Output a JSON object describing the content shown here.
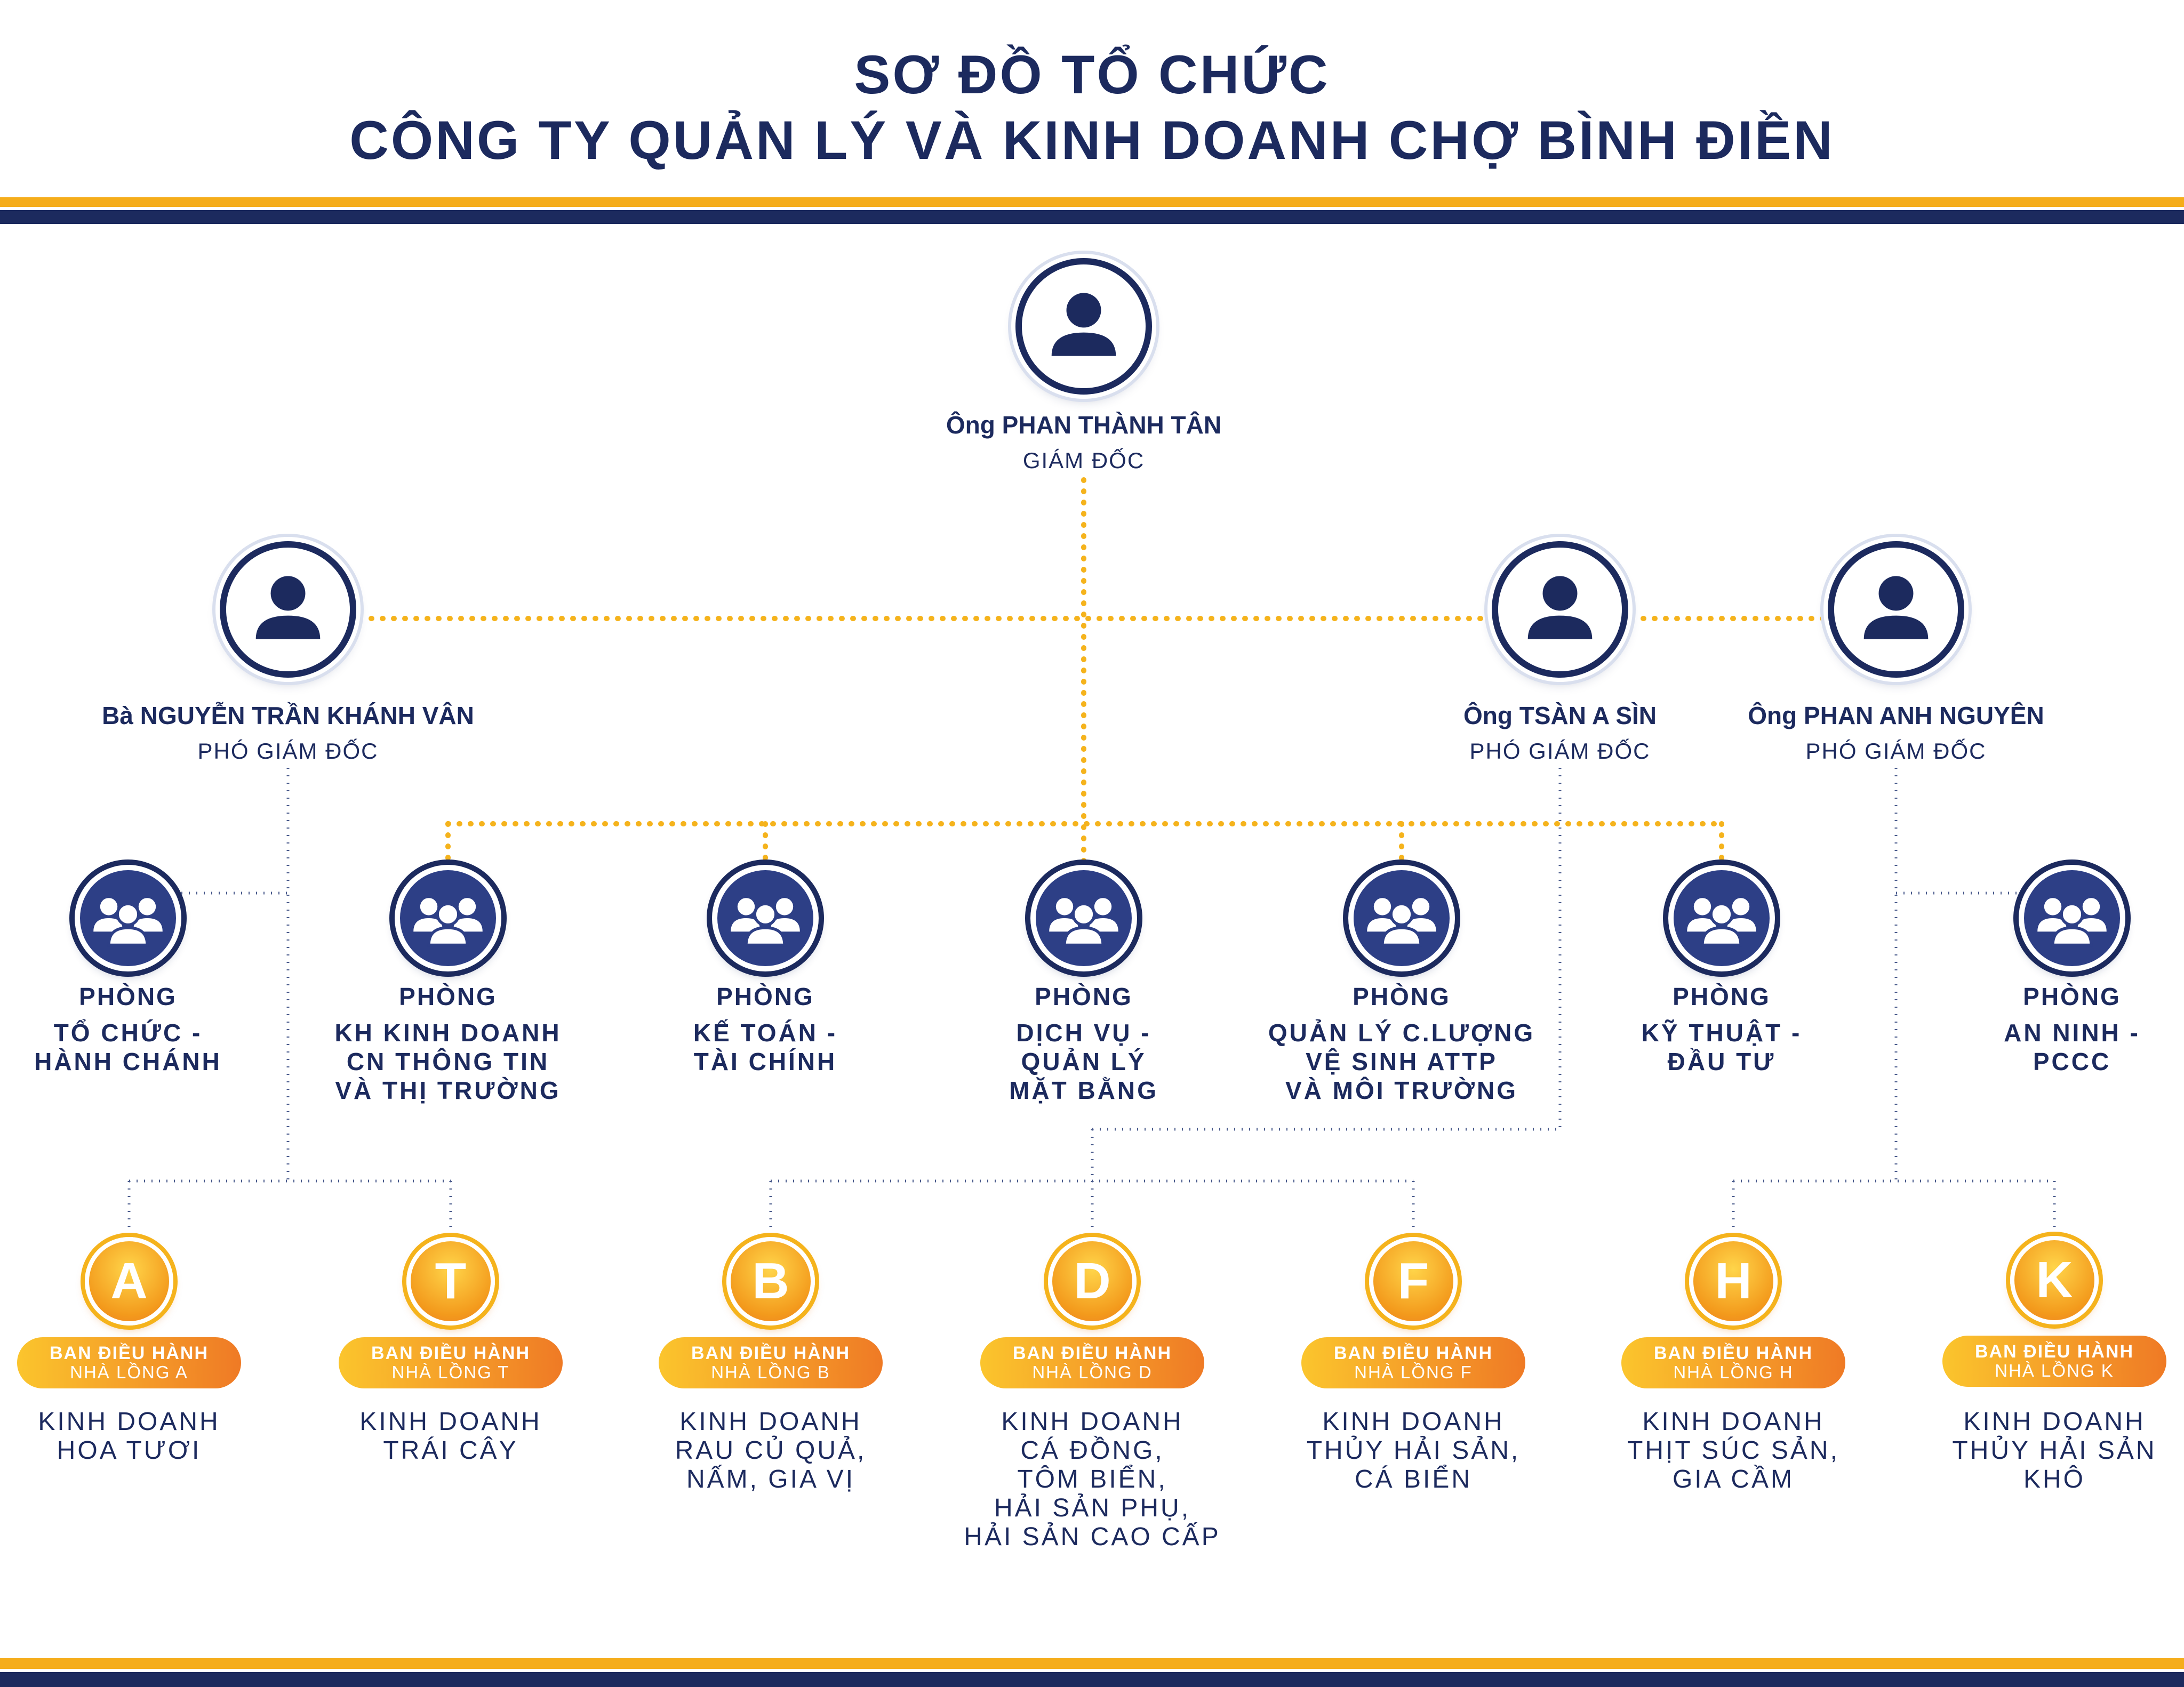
{
  "title": {
    "line1": "SƠ ĐỒ TỔ CHỨC",
    "line2": "CÔNG TY QUẢN LÝ VÀ KINH DOANH CHỢ BÌNH ĐIỀN"
  },
  "colors": {
    "navy": "#1c2a5e",
    "gold": "#f5ad1b",
    "orange": "#ef7a25"
  },
  "director": {
    "name": "Ông PHAN THÀNH TÂN",
    "role": "GIÁM ĐỐC",
    "icon": "person-icon"
  },
  "deputies": [
    {
      "name": "Bà NGUYỄN TRẦN KHÁNH VÂN",
      "role": "PHÓ GIÁM ĐỐC",
      "icon": "person-icon"
    },
    {
      "name": "Ông TSÀN A SÌN",
      "role": "PHÓ GIÁM ĐỐC",
      "icon": "person-icon"
    },
    {
      "name": "Ông PHAN ANH NGUYÊN",
      "role": "PHÓ GIÁM ĐỐC",
      "icon": "person-icon"
    }
  ],
  "departments": [
    {
      "head": "PHÒNG",
      "lines": [
        "TỔ CHỨC -",
        "HÀNH CHÁNH"
      ],
      "icon": "group-icon"
    },
    {
      "head": "PHÒNG",
      "lines": [
        "KH KINH DOANH",
        "CN THÔNG TIN",
        "VÀ THỊ TRƯỜNG"
      ],
      "icon": "group-icon"
    },
    {
      "head": "PHÒNG",
      "lines": [
        "KẾ TOÁN -",
        "TÀI CHÍNH"
      ],
      "icon": "group-icon"
    },
    {
      "head": "PHÒNG",
      "lines": [
        "DỊCH VỤ -",
        "QUẢN LÝ",
        "MẶT BẰNG"
      ],
      "icon": "group-icon"
    },
    {
      "head": "PHÒNG",
      "lines": [
        "QUẢN LÝ C.LƯỢNG",
        "VỆ SINH ATTP",
        "VÀ MÔI TRƯỜNG"
      ],
      "icon": "group-icon"
    },
    {
      "head": "PHÒNG",
      "lines": [
        "KỸ THUẬT -",
        "ĐẦU TƯ"
      ],
      "icon": "group-icon"
    },
    {
      "head": "PHÒNG",
      "lines": [
        "AN NINH -",
        "PCCC"
      ],
      "icon": "group-icon"
    }
  ],
  "halls": [
    {
      "letter": "A",
      "pill1": "BAN ĐIỀU HÀNH",
      "pill2": "NHÀ LỒNG A",
      "lines": [
        "KINH DOANH",
        "HOA TƯƠI"
      ]
    },
    {
      "letter": "T",
      "pill1": "BAN ĐIỀU HÀNH",
      "pill2": "NHÀ LỒNG T",
      "lines": [
        "KINH DOANH",
        "TRÁI CÂY"
      ]
    },
    {
      "letter": "B",
      "pill1": "BAN ĐIỀU HÀNH",
      "pill2": "NHÀ LỒNG B",
      "lines": [
        "KINH DOANH",
        "RAU CỦ QUẢ,",
        "NẤM, GIA VỊ"
      ]
    },
    {
      "letter": "D",
      "pill1": "BAN ĐIỀU HÀNH",
      "pill2": "NHÀ LỒNG D",
      "lines": [
        "KINH DOANH",
        "CÁ ĐỒNG,",
        "TÔM BIỂN,",
        "HẢI SẢN PHỤ,",
        "HẢI SẢN CAO CẤP"
      ]
    },
    {
      "letter": "F",
      "pill1": "BAN ĐIỀU HÀNH",
      "pill2": "NHÀ LỒNG F",
      "lines": [
        "KINH DOANH",
        "THỦY HẢI SẢN,",
        "CÁ BIỂN"
      ]
    },
    {
      "letter": "H",
      "pill1": "BAN ĐIỀU HÀNH",
      "pill2": "NHÀ LỒNG H",
      "lines": [
        "KINH DOANH",
        "THỊT SÚC SẢN,",
        "GIA CẦM"
      ]
    },
    {
      "letter": "K",
      "pill1": "BAN ĐIỀU HÀNH",
      "pill2": "NHÀ LỒNG K",
      "lines": [
        "KINH DOANH",
        "THỦY HẢI SẢN",
        "KHÔ"
      ]
    }
  ]
}
